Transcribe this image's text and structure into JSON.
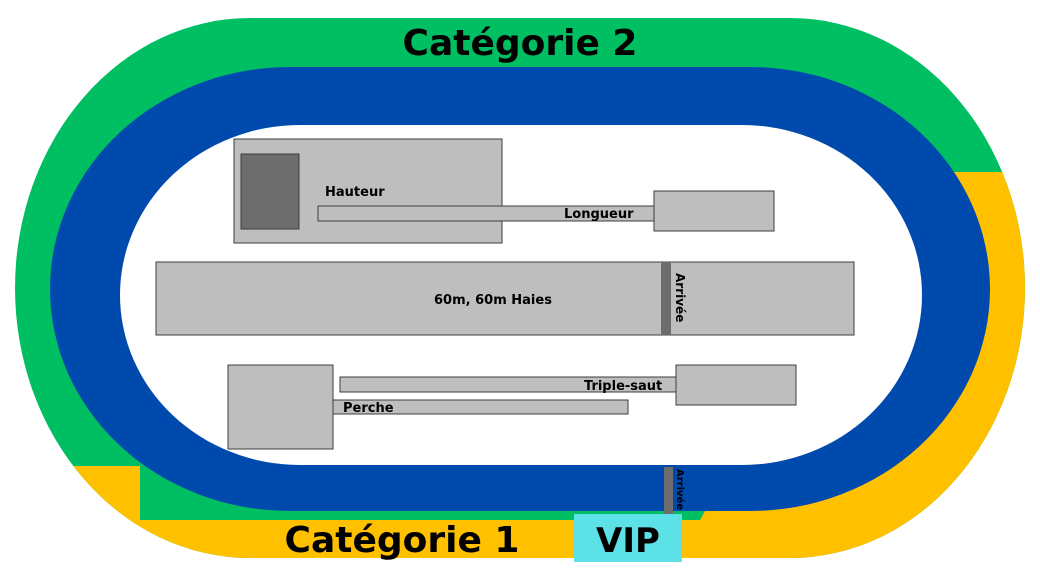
{
  "title_top": "Catégorie 2",
  "title_bottom": "Catégorie 1",
  "vip_label": "VIP",
  "zones": {
    "hauteur": "Hauteur",
    "longueur": "Longueur",
    "sprint": "60m, 60m Haies",
    "arrivee_inner": "Arrivée",
    "triple_saut": "Triple-saut",
    "perche": "Perche",
    "arrivee_outer": "Arrivée"
  },
  "colors": {
    "category_2": "#00bf63",
    "category_1": "#ffc000",
    "track": "#004aad",
    "vip": "#5ce1e6",
    "zone_fill": "#bebebe",
    "zone_stroke": "#3d3d3d",
    "dark_block": "#6d6d6d",
    "finish_line": "#6d6d6d"
  }
}
